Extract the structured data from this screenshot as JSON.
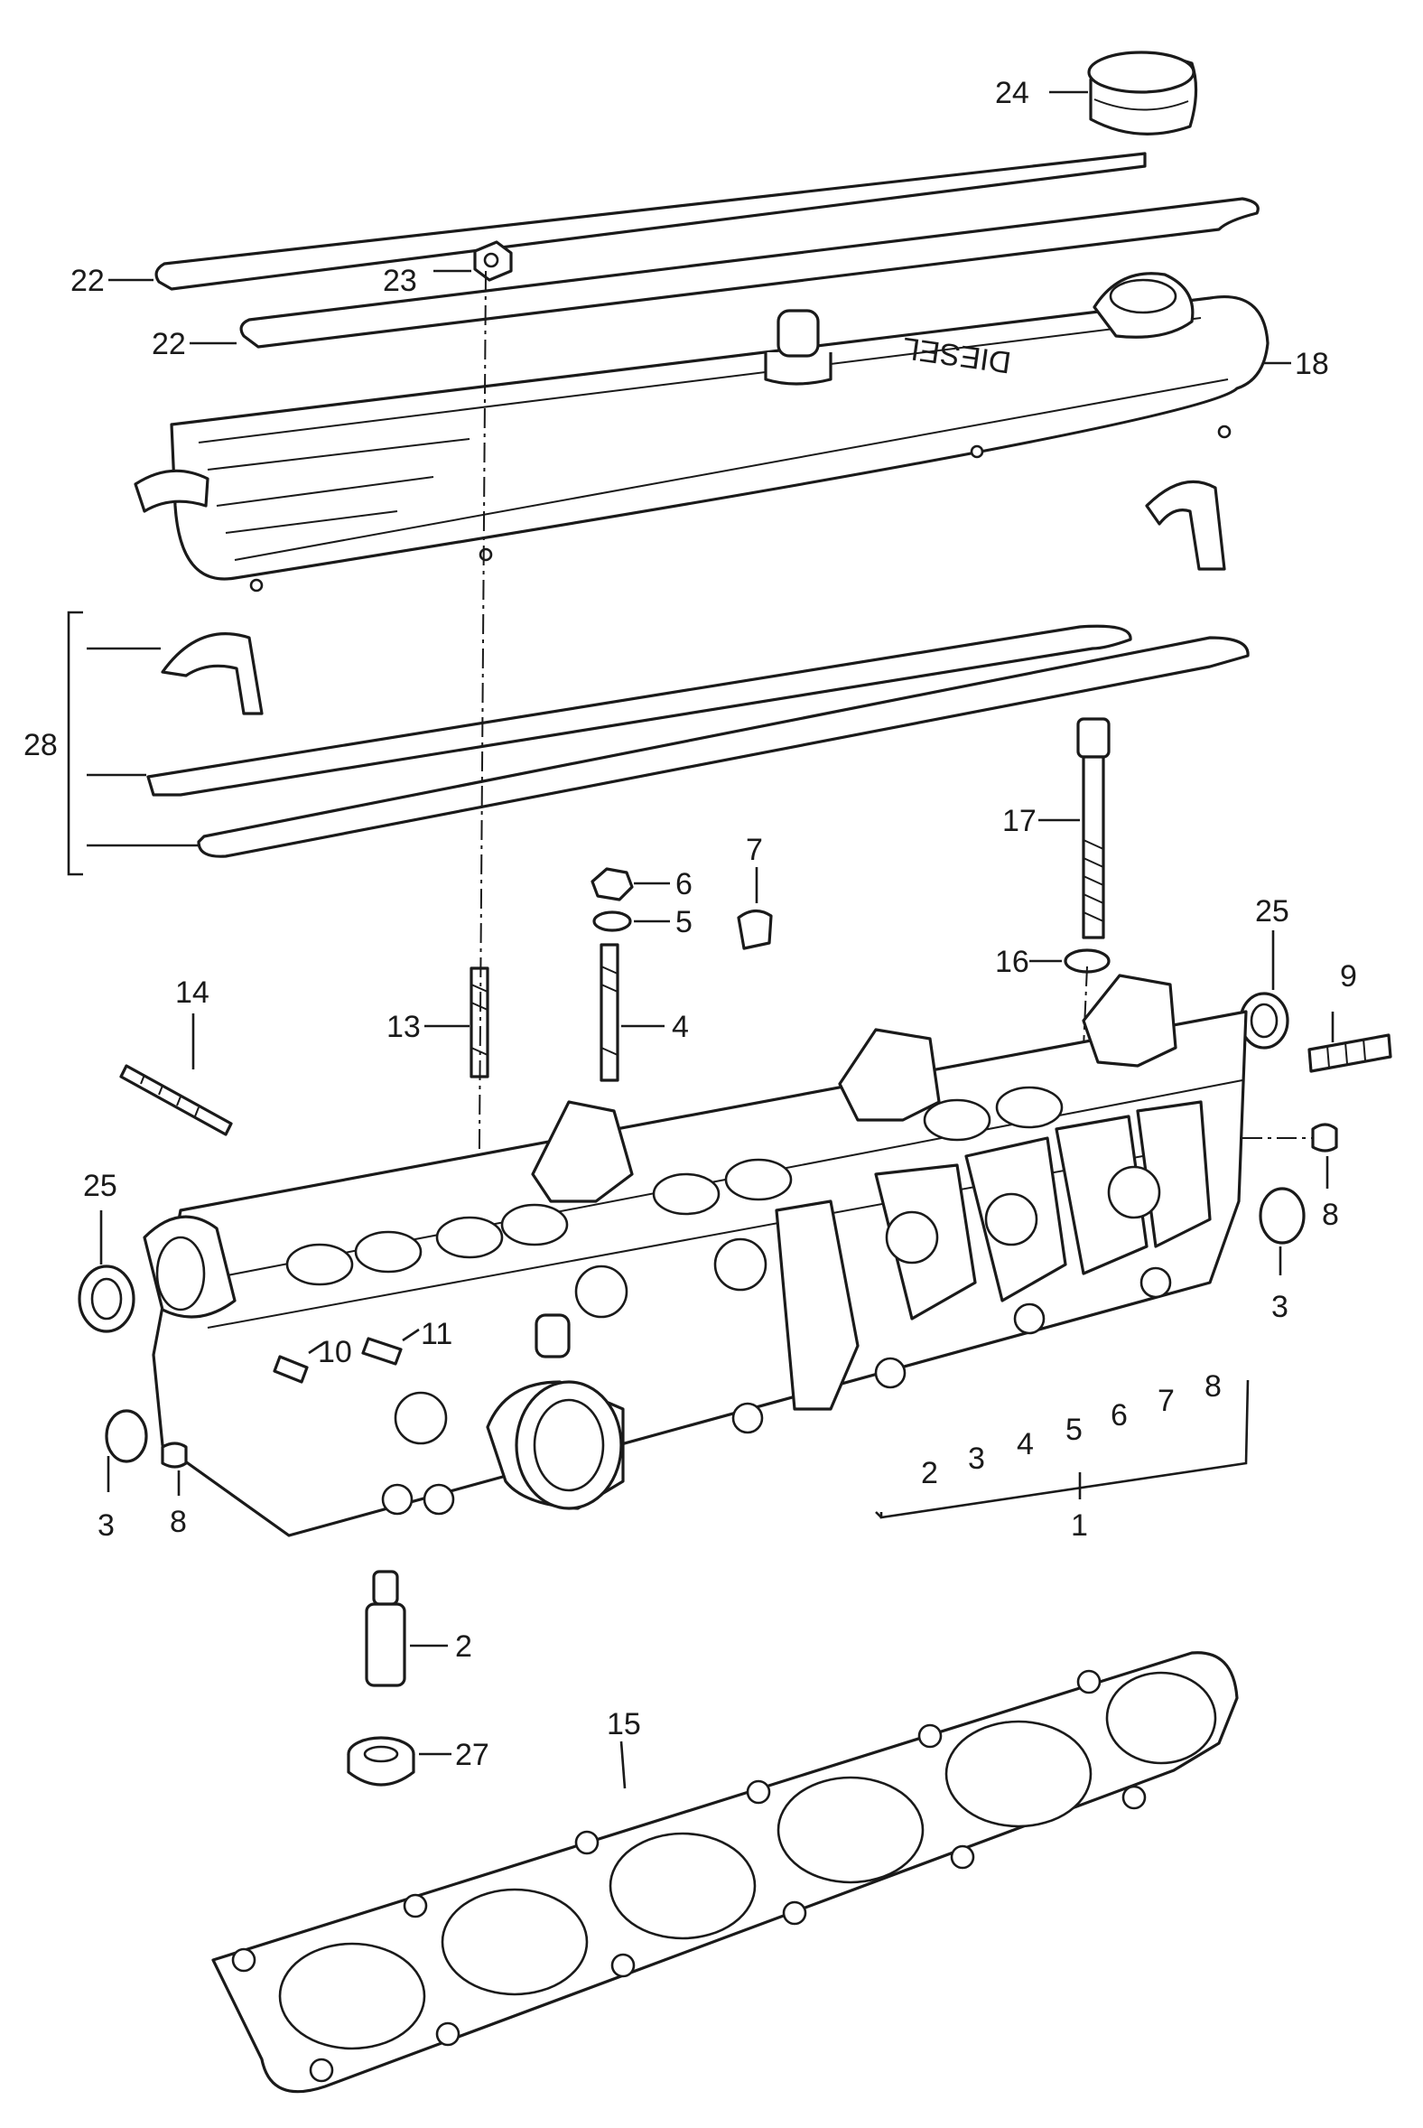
{
  "diagram": {
    "cover_lettering": "DIESEL",
    "callouts": [
      {
        "id": "24",
        "label": "24"
      },
      {
        "id": "22a",
        "label": "22"
      },
      {
        "id": "23",
        "label": "23"
      },
      {
        "id": "22b",
        "label": "22"
      },
      {
        "id": "18",
        "label": "18"
      },
      {
        "id": "28",
        "label": "28"
      },
      {
        "id": "17",
        "label": "17"
      },
      {
        "id": "7",
        "label": "7"
      },
      {
        "id": "6",
        "label": "6"
      },
      {
        "id": "5",
        "label": "5"
      },
      {
        "id": "25a",
        "label": "25"
      },
      {
        "id": "16",
        "label": "16"
      },
      {
        "id": "9",
        "label": "9"
      },
      {
        "id": "14",
        "label": "14"
      },
      {
        "id": "13",
        "label": "13"
      },
      {
        "id": "4",
        "label": "4"
      },
      {
        "id": "25b",
        "label": "25"
      },
      {
        "id": "8a",
        "label": "8"
      },
      {
        "id": "3a",
        "label": "3"
      },
      {
        "id": "10",
        "label": "10"
      },
      {
        "id": "11",
        "label": "11"
      },
      {
        "id": "3b",
        "label": "3"
      },
      {
        "id": "8b",
        "label": "8"
      },
      {
        "id": "2",
        "label": "2"
      },
      {
        "id": "27",
        "label": "27"
      },
      {
        "id": "15",
        "label": "15"
      },
      {
        "id": "1",
        "label": "1"
      }
    ],
    "bracket_numbers": [
      "2",
      "3",
      "4",
      "5",
      "6",
      "7",
      "8"
    ]
  }
}
